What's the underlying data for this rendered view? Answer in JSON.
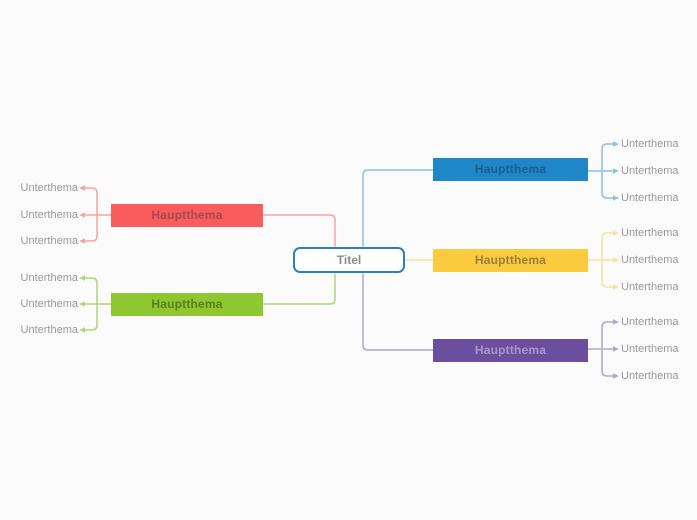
{
  "canvas": {
    "background": "#fbfbfb"
  },
  "root": {
    "label": "Titel",
    "bg": "#ffffff",
    "border_color": "#2e7fc2",
    "text_color": "#8b8b8b"
  },
  "subtopic_text_color": "#9a9a9a",
  "branches": [
    {
      "name": "red",
      "label": "Hauptthema",
      "side": "left",
      "color": "#f85c5c",
      "line_color": "#f9a2a2",
      "text_color": "#a54a4a",
      "subtopics": [
        "Unterthema",
        "Unterthema",
        "Unterthema"
      ]
    },
    {
      "name": "green",
      "label": "Hauptthema",
      "side": "left",
      "color": "#8ec72f",
      "line_color": "#abd878",
      "text_color": "#5a7d1f",
      "subtopics": [
        "Unterthema",
        "Unterthema",
        "Unterthema"
      ]
    },
    {
      "name": "blue",
      "label": "Hauptthema",
      "side": "right",
      "color": "#1f86c8",
      "line_color": "#8cc0e5",
      "text_color": "#1a5f8f",
      "subtopics": [
        "Unterthema",
        "Unterthema",
        "Unterthema"
      ]
    },
    {
      "name": "yellow",
      "label": "Hauptthema",
      "side": "right",
      "color": "#fbcb3f",
      "line_color": "#fcdf9b",
      "text_color": "#997f3b",
      "subtopics": [
        "Unterthema",
        "Unterthema",
        "Unterthema"
      ]
    },
    {
      "name": "purple",
      "label": "Hauptthema",
      "side": "right",
      "color": "#6b4e9e",
      "line_color": "#b2a6cf",
      "text_color": "#a79ac9",
      "subtopics": [
        "Unterthema",
        "Unterthema",
        "Unterthema"
      ]
    }
  ]
}
